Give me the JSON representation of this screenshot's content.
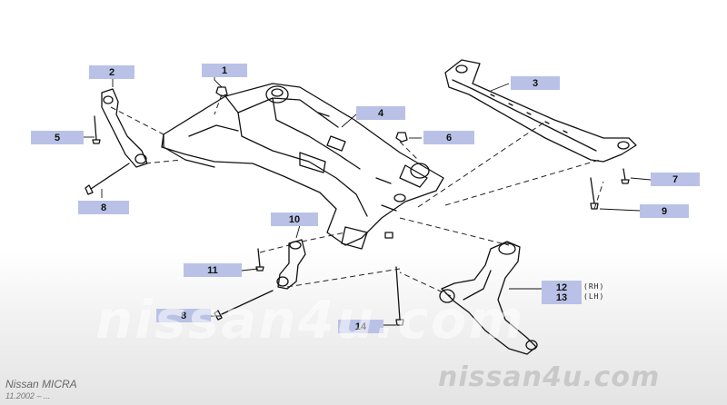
{
  "callouts": {
    "c1": "1",
    "c2": "2",
    "c3": "3",
    "c4": "4",
    "c5": "5",
    "c6": "6",
    "c7": "7",
    "c8a": "8",
    "c8b": "8",
    "c9": "9",
    "c10": "10",
    "c11": "11",
    "c12": "12",
    "c13": "13",
    "c14": "14",
    "rh": "(RH)",
    "lh": "(LH)"
  },
  "watermark": {
    "center": "nissan4u.com",
    "corner": "nissan4u.com"
  },
  "footer": {
    "model": "Nissan MICRA",
    "date": "11.2002 – ..."
  }
}
